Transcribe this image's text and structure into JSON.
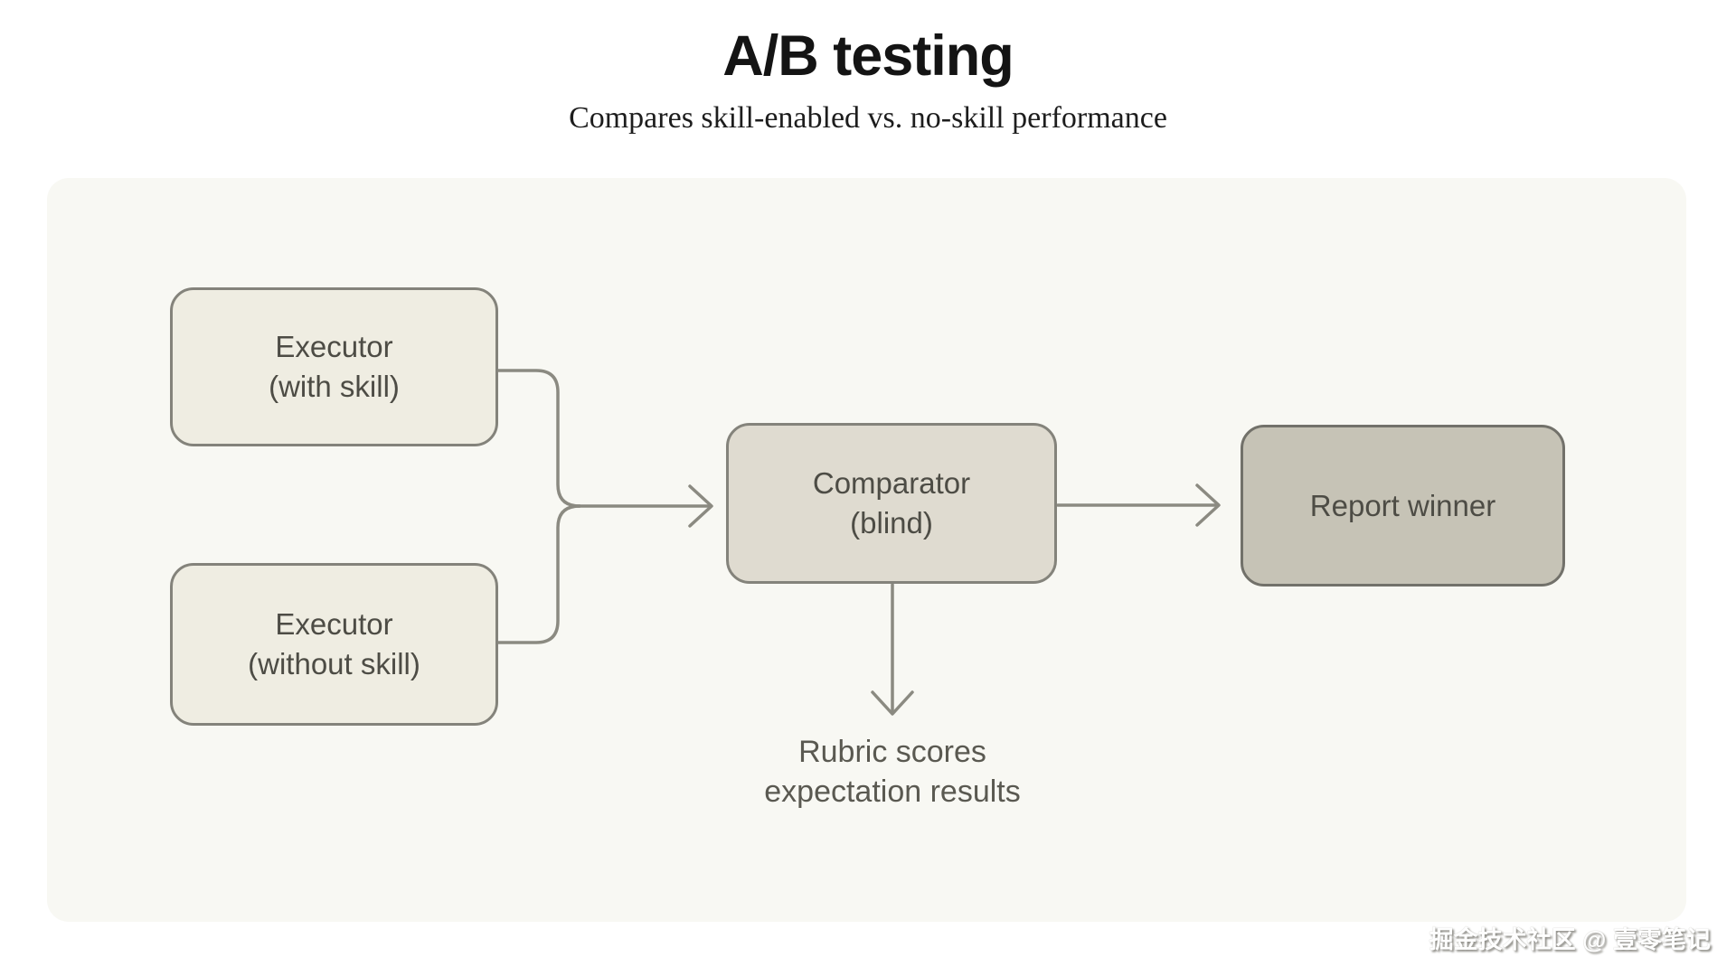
{
  "header": {
    "title": "A/B testing",
    "subtitle": "Compares skill-enabled vs. no-skill performance"
  },
  "nodes": {
    "executor_with": {
      "line1": "Executor",
      "line2": "(with skill)"
    },
    "executor_without": {
      "line1": "Executor",
      "line2": "(without skill)"
    },
    "comparator": {
      "line1": "Comparator",
      "line2": "(blind)"
    },
    "report_winner": {
      "label": "Report winner"
    }
  },
  "annotation": {
    "line1": "Rubric scores",
    "line2": "expectation results"
  },
  "footer": {
    "watermark": "掘金技术社区 @ 壹零笔记"
  },
  "colors": {
    "page_bg": "#ffffff",
    "panel_bg": "#f8f8f3",
    "executor_fill": "#efede2",
    "comparator_fill": "#dfdbd0",
    "report_fill": "#c6c3b6",
    "node_border": "#84837b",
    "report_border": "#72716a",
    "connector": "#8b8a81",
    "node_text": "#4d4c45",
    "annotation_text": "#5a5951",
    "title_text": "#141414"
  }
}
